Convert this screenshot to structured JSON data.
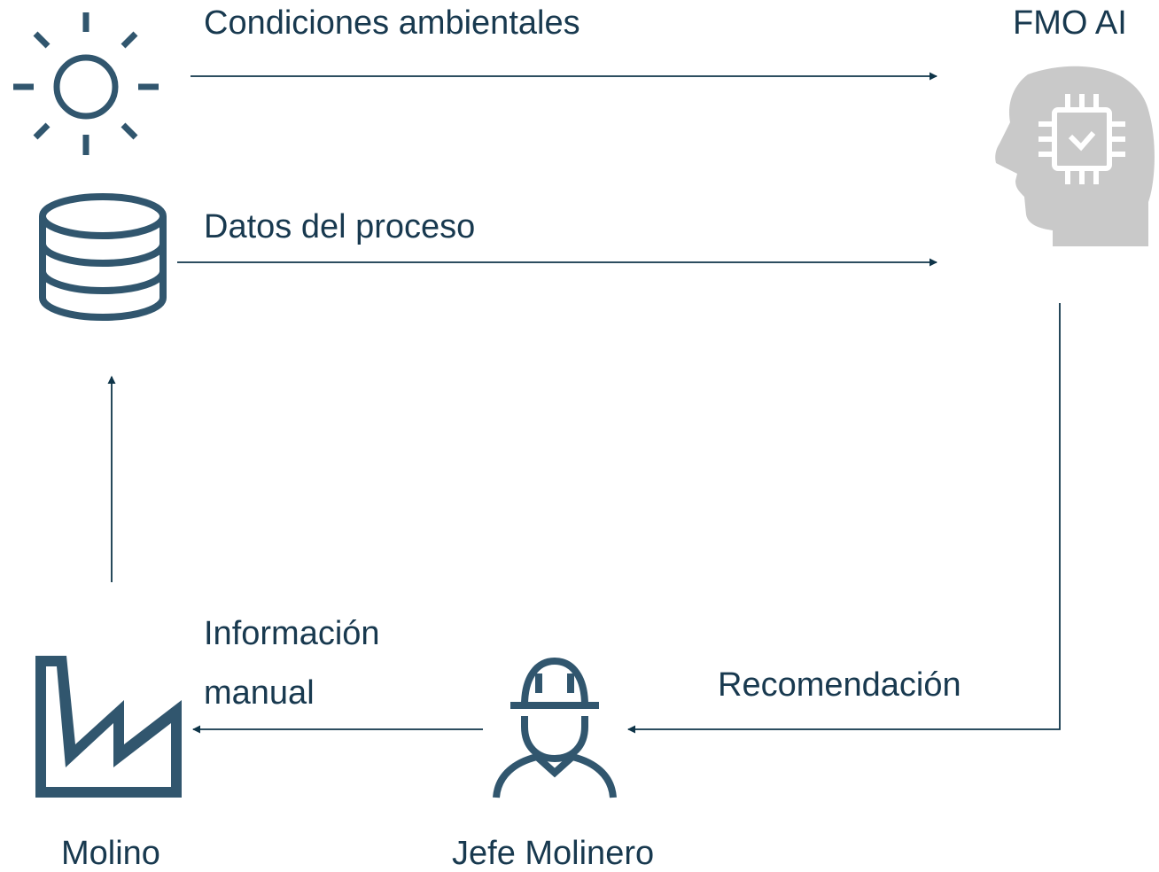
{
  "nodes": {
    "environment": {
      "icon": "sun-icon"
    },
    "process_db": {
      "icon": "database-icon"
    },
    "ai": {
      "label": "FMO AI",
      "icon": "ai-head-chip-icon"
    },
    "mill": {
      "label": "Molino",
      "icon": "factory-icon"
    },
    "miller": {
      "label": "Jefe Molinero",
      "icon": "worker-hardhat-icon"
    }
  },
  "edges": {
    "env_to_ai": {
      "label": "Condiciones ambientales"
    },
    "db_to_ai": {
      "label": "Datos del proceso"
    },
    "ai_to_miller": {
      "label": "Recomendación"
    },
    "miller_to_mill": {
      "label_line1": "Información",
      "label_line2": "manual"
    },
    "mill_to_db": {}
  },
  "colors": {
    "icon": "#31566e",
    "line": "#0f3549",
    "text": "#18394f",
    "ai_icon": "#c9c9c9"
  }
}
